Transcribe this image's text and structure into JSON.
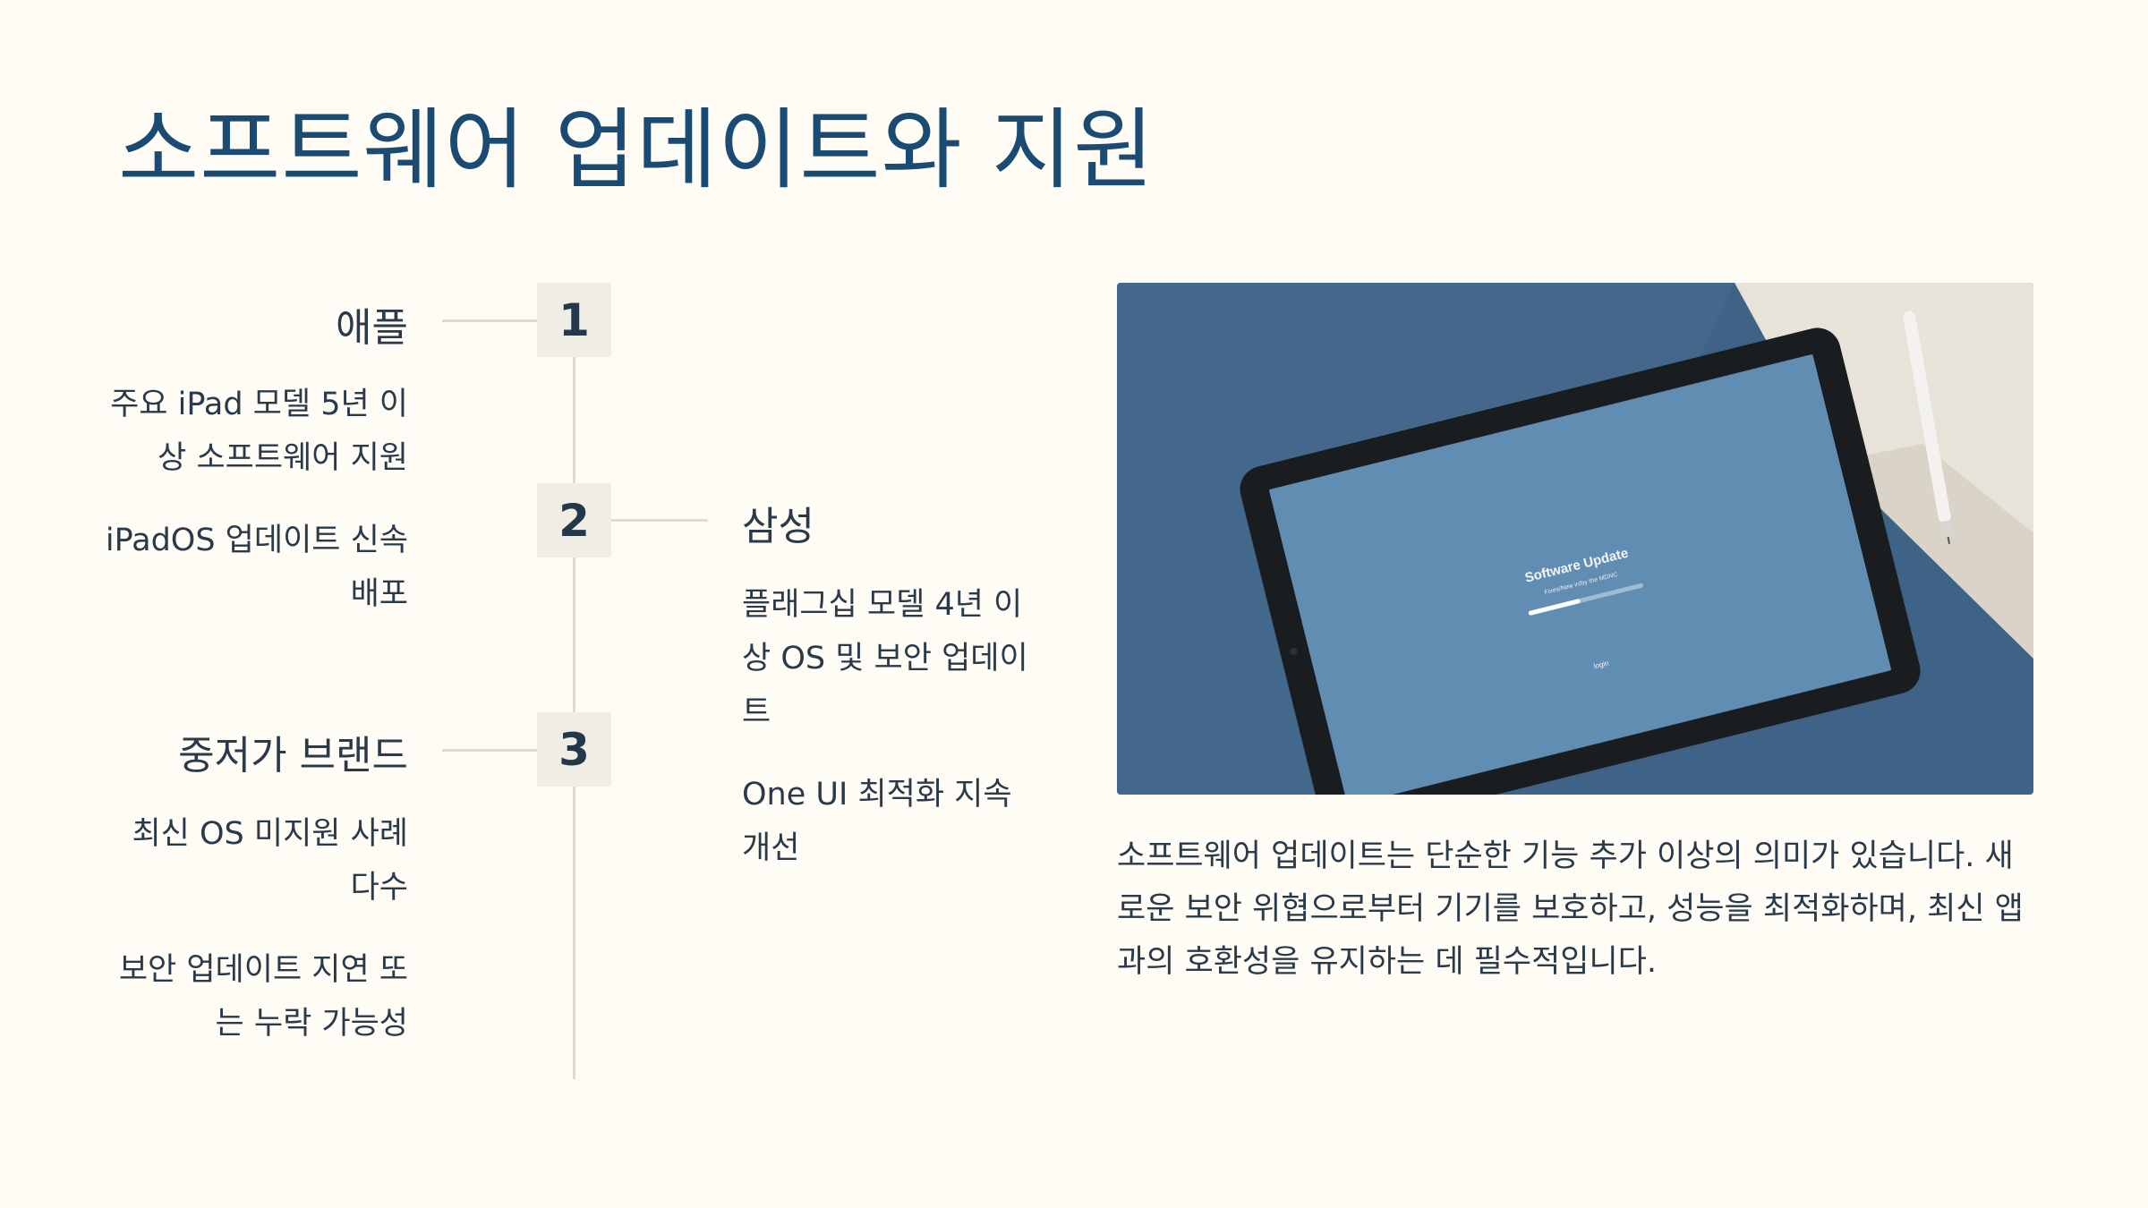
{
  "title": "소프트웨어 업데이트와 지원",
  "timeline": {
    "steps": [
      {
        "number": "1",
        "heading": "애플",
        "items": [
          "주요 iPad 모델 5년 이상 소프트웨어 지원",
          "iPadOS 업데이트 신속 배포"
        ]
      },
      {
        "number": "2",
        "heading": "삼성",
        "items": [
          "플래그십 모델 4년 이상 OS 및 보안 업데이트",
          "One UI 최적화 지속 개선"
        ]
      },
      {
        "number": "3",
        "heading": "중저가 브랜드",
        "items": [
          "최신 OS 미지원 사례 다수",
          "보안 업데이트 지연 또는 누락 가능성"
        ]
      }
    ]
  },
  "photo": {
    "screen_title": "Software Update",
    "screen_subtitle": "Fixes/New in/by the MDNC",
    "screen_progress": 0.45,
    "screen_button": "login"
  },
  "description": "소프트웨어 업데이트는 단순한 기능 추가 이상의 의미가 있습니다. 새로운 보안 위협으로부터 기기를 보호하고, 성능을 최적화하며, 최신 앱과의 호환성을 유지하는 데 필수적입니다.",
  "colors": {
    "background": "#fefcf5",
    "title": "#1b4a73",
    "number_box": "#efede4",
    "timeline_line": "#dcdbd4",
    "photo_bg": "#3e6386"
  }
}
